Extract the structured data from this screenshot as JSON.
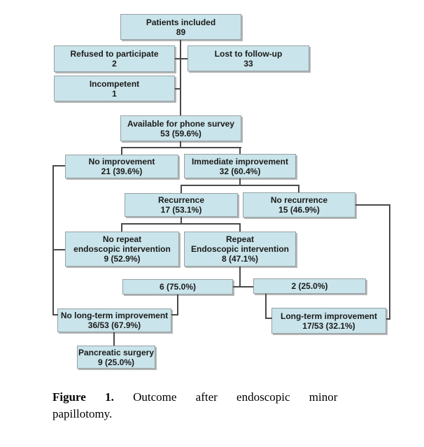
{
  "figure": {
    "caption_bold": "Figure 1.",
    "caption_line1": "Outcome after endoscopic minor",
    "caption_line2": "papillotomy."
  },
  "colors": {
    "box_fill": "#c9e4ea",
    "box_border": "#96a1a4",
    "connector": "#4a4a4a",
    "text": "#1b1b1b"
  },
  "flowchart": {
    "nodes": {
      "patients_included": {
        "label": "Patients included",
        "value": "89"
      },
      "refused": {
        "label": "Refused to participate",
        "value": "2"
      },
      "lost": {
        "label": "Lost to follow-up",
        "value": "33"
      },
      "incompetent": {
        "label": "Incompetent",
        "value": "1"
      },
      "available": {
        "label": "Available for phone survey",
        "value": "53 (59.6%)"
      },
      "no_improvement": {
        "label": "No improvement",
        "value": "21 (39.6%)"
      },
      "immediate_improvement": {
        "label": "Immediate improvement",
        "value": "32 (60.4%)"
      },
      "recurrence": {
        "label": "Recurrence",
        "value": "17 (53.1%)"
      },
      "no_recurrence": {
        "label": "No recurrence",
        "value": "15 (46.9%)"
      },
      "no_repeat": {
        "line1": "No repeat",
        "line2": "endoscopic intervention",
        "value": "9 (52.9%)"
      },
      "repeat": {
        "line1": "Repeat",
        "line2": "Endoscopic intervention",
        "value": "8 (47.1%)"
      },
      "six": {
        "value": "6 (75.0%)"
      },
      "two": {
        "value": "2 (25.0%)"
      },
      "no_longterm": {
        "label": "No long-term improvement",
        "value": "36/53 (67.9%)"
      },
      "longterm": {
        "label": "Long-term improvement",
        "value": "17/53 (32.1%)"
      },
      "pancreatic": {
        "label": "Pancreatic surgery",
        "value": "9 (25.0%)"
      }
    }
  }
}
